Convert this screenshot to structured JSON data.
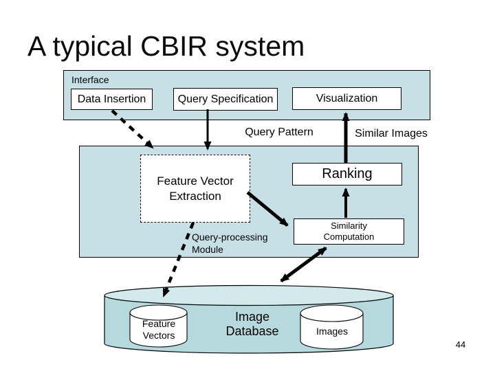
{
  "slide": {
    "title": "A typical CBIR system",
    "page_number": "44",
    "colors": {
      "panel_fill": "#c6e0e5",
      "cylinder_body_fill": "#b6d9dd",
      "cylinder_top_fill": "#d3eaec",
      "node_fill": "#ffffff",
      "stroke": "#000000",
      "text": "#000000",
      "background": "#ffffff"
    }
  },
  "interface_panel": {
    "label": "Interface",
    "data_insertion": "Data Insertion",
    "query_specification": "Query Specification",
    "visualization": "Visualization"
  },
  "flow_labels": {
    "query_pattern": "Query Pattern",
    "similar_images": "Similar Images"
  },
  "processing_panel": {
    "label": "Query-processing\nModule",
    "feature_vector_extraction": "Feature Vector\nExtraction",
    "ranking": "Ranking",
    "similarity_computation": "Similarity\nComputation"
  },
  "database": {
    "image_database": "Image\nDatabase",
    "feature_vectors": "Feature\nVectors",
    "images": "Images"
  }
}
